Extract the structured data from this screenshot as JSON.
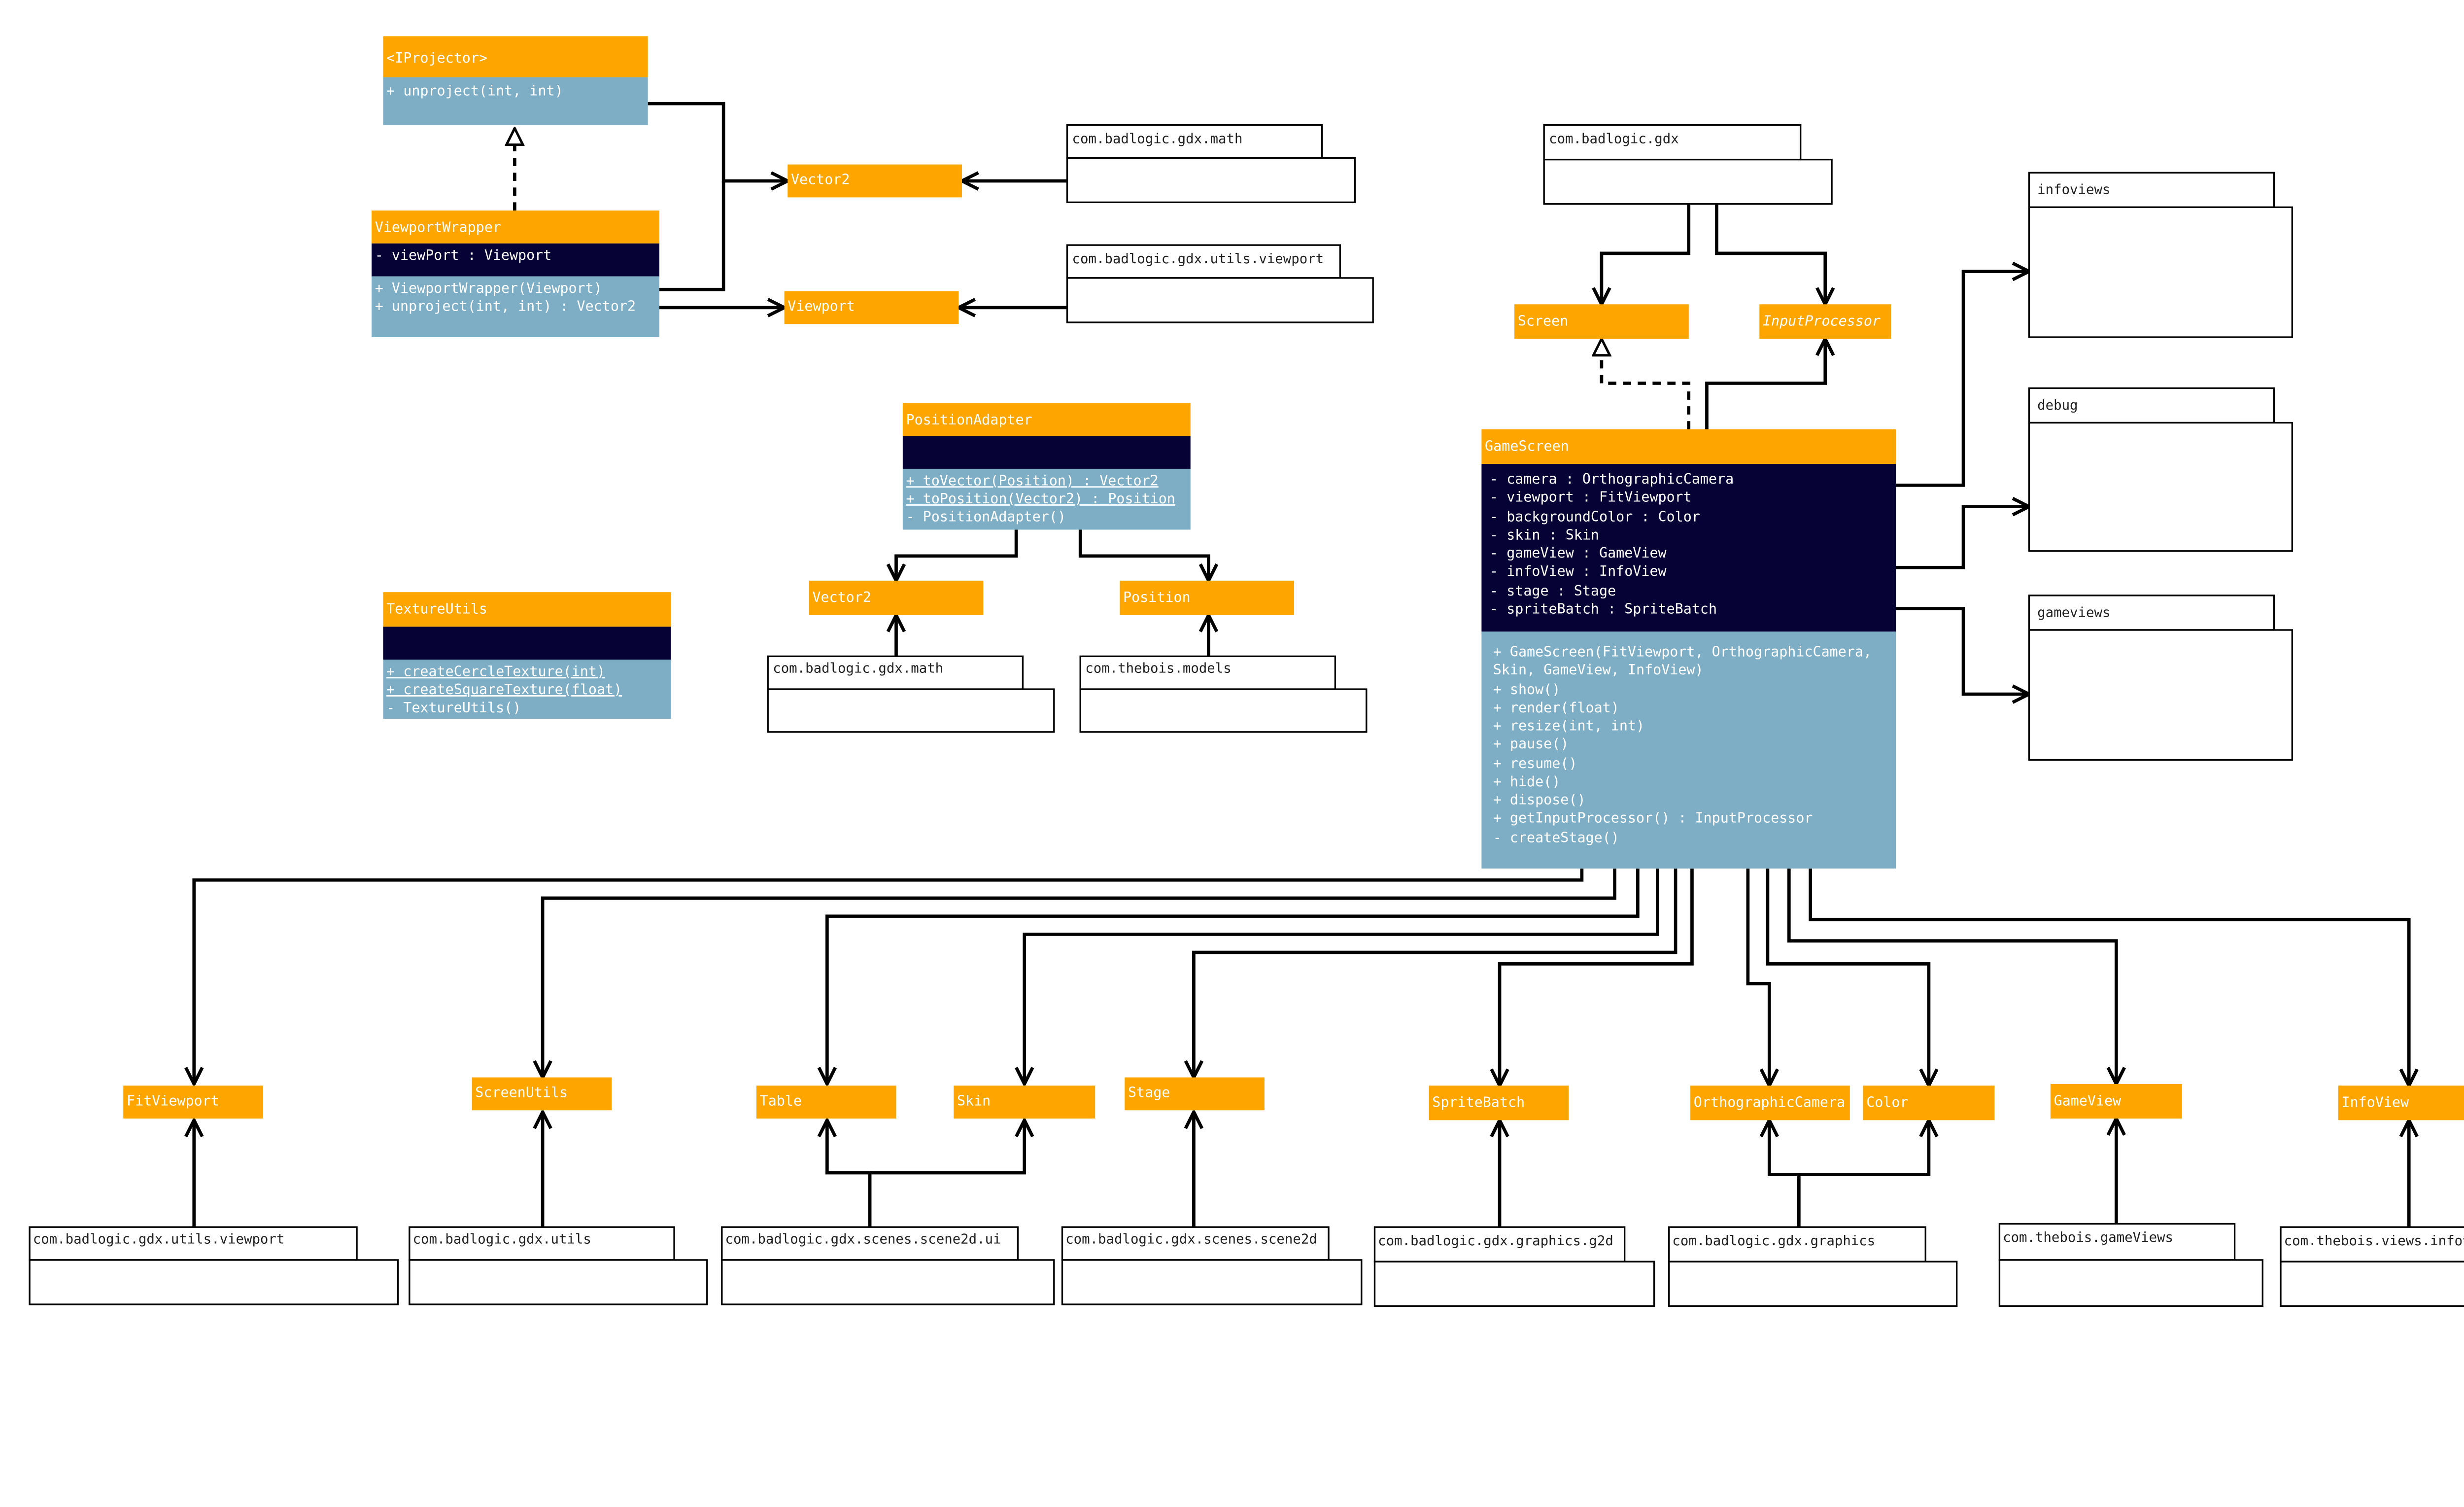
{
  "colors": {
    "class_header": "#FFA500",
    "attr_section": "#070235",
    "method_section": "#7DAEC5",
    "package_border": "#000000",
    "edge": "#000000"
  },
  "classes": [
    {
      "id": "iprojector",
      "name": "<IProjector>",
      "attributes": [],
      "methods": [
        "+ unproject(int, int)"
      ]
    },
    {
      "id": "viewportwrapper",
      "name": "ViewportWrapper",
      "attributes": [
        "- viewPort : Viewport"
      ],
      "methods": [
        "+ ViewportWrapper(Viewport)",
        "+ unproject(int, int) : Vector2"
      ]
    },
    {
      "id": "positionadapter",
      "name": "PositionAdapter",
      "attributes": [],
      "methods": [
        "+ toVector(Position) : Vector2",
        "+ toPosition(Vector2) : Position",
        "- PositionAdapter()"
      ]
    },
    {
      "id": "textureutils",
      "name": "TextureUtils",
      "attributes": [],
      "methods": [
        "+ createCercleTexture(int)",
        "+ createSquareTexture(float)",
        "- TextureUtils()"
      ]
    },
    {
      "id": "gamescreen",
      "name": "GameScreen",
      "attributes": [
        "- camera : OrthographicCamera",
        "- viewport : FitViewport",
        "- backgroundColor : Color",
        "- skin : Skin",
        "- gameView : GameView",
        "- infoView : InfoView",
        "- stage : Stage",
        "- spriteBatch : SpriteBatch"
      ],
      "methods": [
        "+ GameScreen(FitViewport, OrthographicCamera,",
        "Skin, GameView, InfoView)",
        "+ show()",
        "+ render(float)",
        "+ resize(int, int)",
        "+ pause()",
        "+ resume()",
        "+ hide()",
        "+ dispose()",
        "+ getInputProcessor() : InputProcessor",
        "- createStage()"
      ]
    }
  ],
  "external_classes": [
    "Vector2",
    "Viewport",
    "Screen",
    "InputProcessor",
    "Vector2",
    "Position",
    "FitViewport",
    "ScreenUtils",
    "Table",
    "Skin",
    "Stage",
    "SpriteBatch",
    "OrthographicCamera",
    "Color",
    "GameView",
    "InfoView"
  ],
  "packages": [
    "com.badlogic.gdx.math",
    "com.badlogic.gdx.utils.viewport",
    "com.badlogic.gdx",
    "infoviews",
    "debug",
    "gameviews",
    "com.badlogic.gdx.math",
    "com.thebois.models",
    "com.badlogic.gdx.utils.viewport",
    "com.badlogic.gdx.utils",
    "com.badlogic.gdx.scenes.scene2d.ui",
    "com.badlogic.gdx.scenes.scene2d",
    "com.badlogic.gdx.graphics.g2d",
    "com.badlogic.gdx.graphics",
    "com.thebois.gameViews",
    "com.thebois.views.infoviews"
  ]
}
